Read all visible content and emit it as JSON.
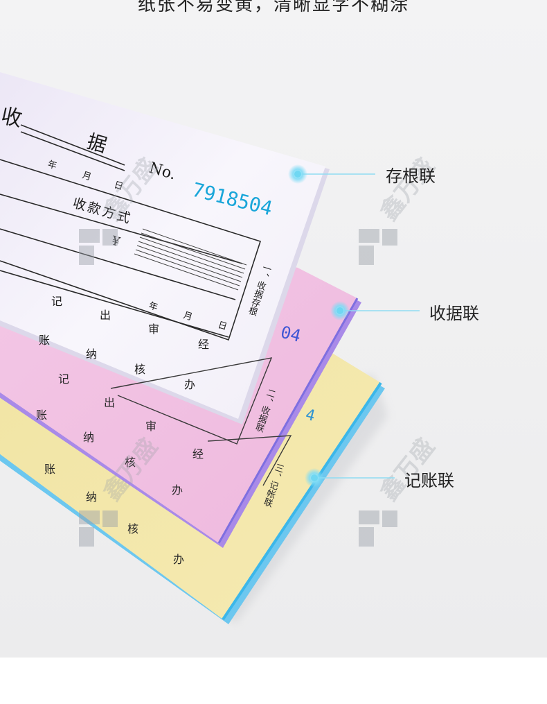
{
  "caption": "纸张不易变黄，清晰显字不糊涂",
  "receipt": {
    "title_part1": "收",
    "title_part2": "据",
    "number_prefix": "No.",
    "number": "7918504",
    "date_year": "年",
    "date_month": "月",
    "date_day": "日",
    "payment_method": "收款方式",
    "currency_symbol": "¥",
    "sig_row1": [
      "记",
      "出",
      "审",
      "经"
    ],
    "sig_row2": [
      "账",
      "纳",
      "核",
      "办"
    ],
    "copy_white_side": "一、收据存根",
    "copy_pink_side": "二、收据联",
    "copy_yellow_side": "三、记帐联",
    "pink_number_fragment": "04",
    "yellow_number_fragment": "4"
  },
  "callouts": [
    {
      "text": "存根联"
    },
    {
      "text": "收据联"
    },
    {
      "text": "记账联"
    }
  ],
  "watermark": "鑫万盛",
  "colors": {
    "white_sheet": "#f7f5fb",
    "pink_sheet": "#f2c3e6",
    "yellow_sheet": "#f3e7a6",
    "number_blue": "#1aa6d9",
    "pointer_cyan": "#6fd7f2"
  }
}
